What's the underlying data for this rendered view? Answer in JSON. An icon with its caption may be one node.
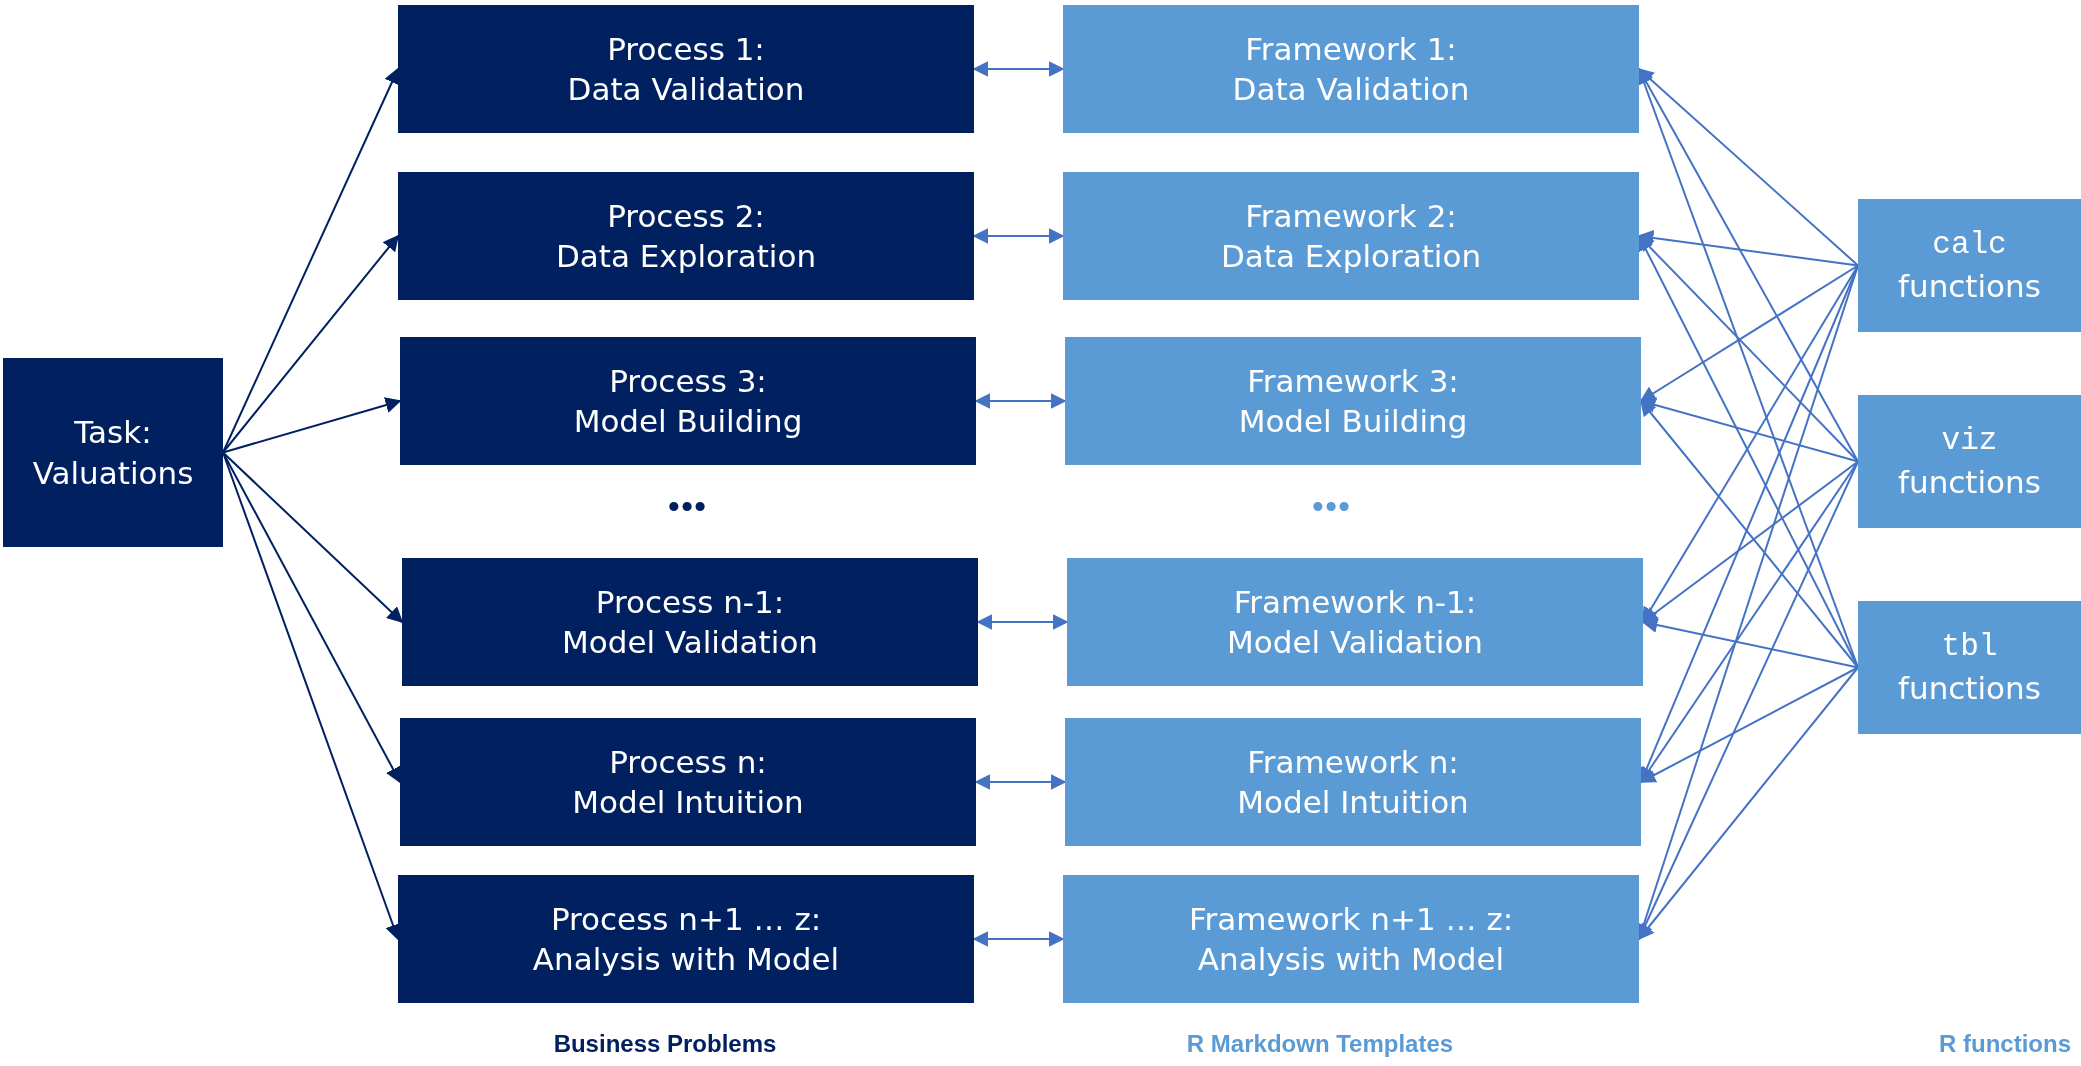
{
  "diagram": {
    "nodes": [
      {
        "text": [
          "Task:",
          "Valuations"
        ]
      },
      {
        "text": [
          "Process 1:",
          "Data Validation"
        ]
      },
      {
        "text": [
          "Process 2:",
          "Data Exploration"
        ]
      },
      {
        "text": [
          "Process 3:",
          "Model Building"
        ]
      },
      {
        "text": [
          "Process n-1:",
          "Model Validation"
        ]
      },
      {
        "text": [
          "Process n:",
          "Model Intuition"
        ]
      },
      {
        "text": [
          "Process n+1 … z:",
          "Analysis with Model"
        ]
      },
      {
        "text": [
          "Framework 1:",
          "Data Validation"
        ]
      },
      {
        "text": [
          "Framework 2:",
          "Data Exploration"
        ]
      },
      {
        "text": [
          "Framework 3:",
          "Model Building"
        ]
      },
      {
        "text": [
          "Framework n-1:",
          "Model Validation"
        ]
      },
      {
        "text": [
          "Framework n:",
          "Model Intuition"
        ]
      },
      {
        "text": [
          "Framework n+1 … z:",
          "Analysis with Model"
        ]
      },
      {
        "text": [
          "calc",
          "functions"
        ]
      },
      {
        "text": [
          "viz",
          "functions"
        ]
      },
      {
        "text": [
          "tbl",
          "functions"
        ]
      }
    ],
    "edges": [
      {
        "from": 0,
        "to": 1,
        "arrow": "to",
        "color": "#002060"
      },
      {
        "from": 0,
        "to": 2,
        "arrow": "to",
        "color": "#002060"
      },
      {
        "from": 0,
        "to": 3,
        "arrow": "to",
        "color": "#002060"
      },
      {
        "from": 0,
        "to": 4,
        "arrow": "to",
        "color": "#002060"
      },
      {
        "from": 0,
        "to": 5,
        "arrow": "to",
        "color": "#002060"
      },
      {
        "from": 0,
        "to": 6,
        "arrow": "to",
        "color": "#002060"
      },
      {
        "from": 1,
        "to": 7,
        "arrow": "both"
      },
      {
        "from": 2,
        "to": 8,
        "arrow": "both"
      },
      {
        "from": 3,
        "to": 9,
        "arrow": "both"
      },
      {
        "from": 4,
        "to": 10,
        "arrow": "both"
      },
      {
        "from": 5,
        "to": 11,
        "arrow": "both"
      },
      {
        "from": 6,
        "to": 12,
        "arrow": "both"
      },
      {
        "from": 13,
        "to": 7,
        "arrow": "to"
      },
      {
        "from": 13,
        "to": 8,
        "arrow": "to"
      },
      {
        "from": 13,
        "to": 9,
        "arrow": "to"
      },
      {
        "from": 13,
        "to": 10,
        "arrow": "to"
      },
      {
        "from": 13,
        "to": 11,
        "arrow": "to"
      },
      {
        "from": 13,
        "to": 12,
        "arrow": "to"
      },
      {
        "from": 14,
        "to": 7,
        "arrow": "to"
      },
      {
        "from": 14,
        "to": 8,
        "arrow": "to"
      },
      {
        "from": 14,
        "to": 9,
        "arrow": "to"
      },
      {
        "from": 14,
        "to": 10,
        "arrow": "to"
      },
      {
        "from": 14,
        "to": 11,
        "arrow": "to"
      },
      {
        "from": 14,
        "to": 12,
        "arrow": "to"
      },
      {
        "from": 15,
        "to": 7,
        "arrow": "to"
      },
      {
        "from": 15,
        "to": 8,
        "arrow": "to"
      },
      {
        "from": 15,
        "to": 9,
        "arrow": "to"
      },
      {
        "from": 15,
        "to": 10,
        "arrow": "to"
      },
      {
        "from": 15,
        "to": 11,
        "arrow": "to"
      },
      {
        "from": 15,
        "to": 12,
        "arrow": "to"
      }
    ],
    "labels": [
      "•••",
      "•••",
      "Business Problems",
      "R Markdown Templates",
      "R functions"
    ]
  }
}
